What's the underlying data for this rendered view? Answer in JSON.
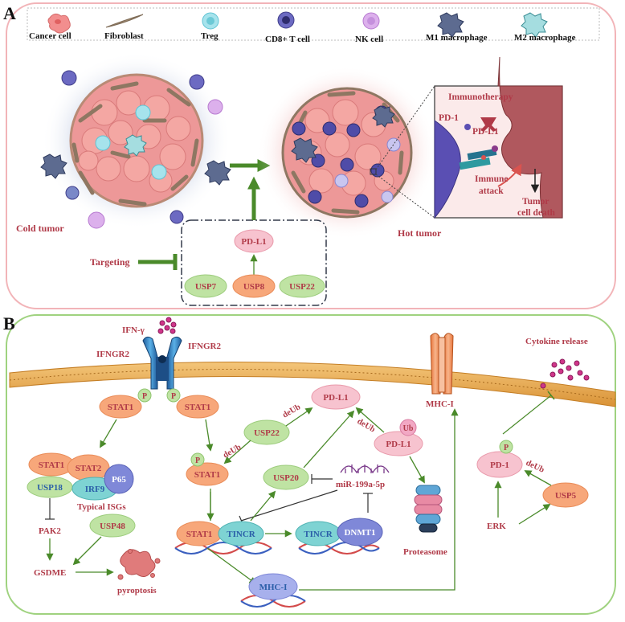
{
  "panel_a": {
    "letter": "A",
    "legend": [
      "Cancer cell",
      "Fibroblast",
      "Treg",
      "CD8+ T cell",
      "NK cell",
      "M1 macrophage",
      "M2 macrophage"
    ],
    "cold_label": "Cold tumor",
    "hot_label": "Hot tumor",
    "targeting": "Targeting",
    "pdl1": "PD-L1",
    "usp7": "USP7",
    "usp8": "USP8",
    "usp22": "USP22",
    "inset": {
      "immunotherapy": "Immunotherapy",
      "pd1": "PD-1",
      "pdl1": "PD-L1",
      "immune_attack_1": "Immune",
      "immune_attack_2": "attack",
      "tumor_death_1": "Tumor",
      "tumor_death_2": "cell  death"
    }
  },
  "panel_b": {
    "letter": "B",
    "ifng": "IFN-γ",
    "ifngr2_left": "IFNGR2",
    "ifngr2_right": "IFNGR2",
    "stat1_a": "STAT1",
    "stat1_b": "STAT1",
    "p": "P",
    "stat1_c": "STAT1",
    "stat2": "STAT2",
    "usp18": "USP18",
    "irf9": "IRF9",
    "p65": "P65",
    "typical_isgs": "Typical ISGs",
    "pak2": "PAK2",
    "usp48": "USP48",
    "gsdme": "GSDME",
    "pyroptosis": "pyroptosis",
    "stat1_p": "STAT1",
    "deub": "deUb",
    "usp22": "USP22",
    "usp20": "USP20",
    "pdl1_top": "PD-L1",
    "pdl1_ub": "PD-L1",
    "ub": "Ub",
    "mir": "miR-199a-5p",
    "stat1_dna": "STAT1",
    "tincr": "TINCR",
    "tincr2": "TINCR",
    "dnmt1": "DNMT1",
    "proteasome": "Proteasome",
    "mhc1_membrane": "MHC-I",
    "mhc1_dna": "MHC-I",
    "cytokine": "Cytokine release",
    "pd1": "PD-1",
    "usp5": "USP5",
    "erk": "ERK"
  },
  "colors": {
    "panel_a_border": "#f2b4b8",
    "panel_b_border": "#9fd27f",
    "label_red": "#b03a48",
    "arrow_green": "#4a8a2a",
    "stat_orange": "#f7a77a",
    "usp_green": "#bfe3a3",
    "pdl1_pink": "#f7c3cf",
    "irf9_cyan": "#7ed3d3",
    "blue": "#7f88d8",
    "membrane": "#e8a84a"
  }
}
